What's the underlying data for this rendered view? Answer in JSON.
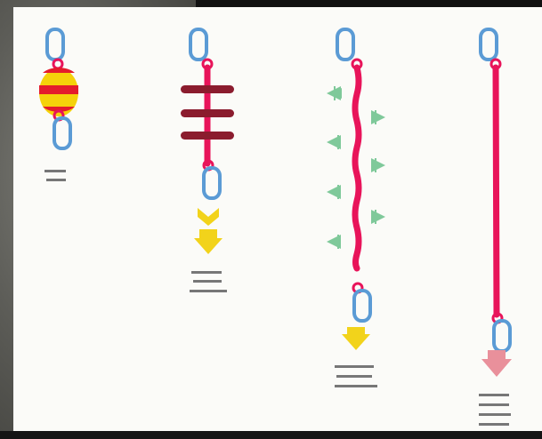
{
  "colors": {
    "carabiner": "#5b9bd5",
    "sling": "#e8145a",
    "absorber_dark": "#8b1c2e",
    "absorber_yellow": "#f5d20a",
    "absorber_red": "#e41c2c",
    "force_arrow": "#f2d31b",
    "pink_arrow": "#e9909b",
    "shock_waves": "#7fc99a"
  },
  "diagrams": [
    {
      "id": "compact-absorber",
      "icon": "yellow-red-ball-absorber"
    },
    {
      "id": "bar-absorber",
      "icon": "bar-absorber",
      "arrow": "yellow"
    },
    {
      "id": "elastic-absorber",
      "icon": "wave-absorber",
      "arrow": "yellow"
    },
    {
      "id": "plain-sling",
      "icon": "plain-sling",
      "arrow": "pink"
    }
  ]
}
